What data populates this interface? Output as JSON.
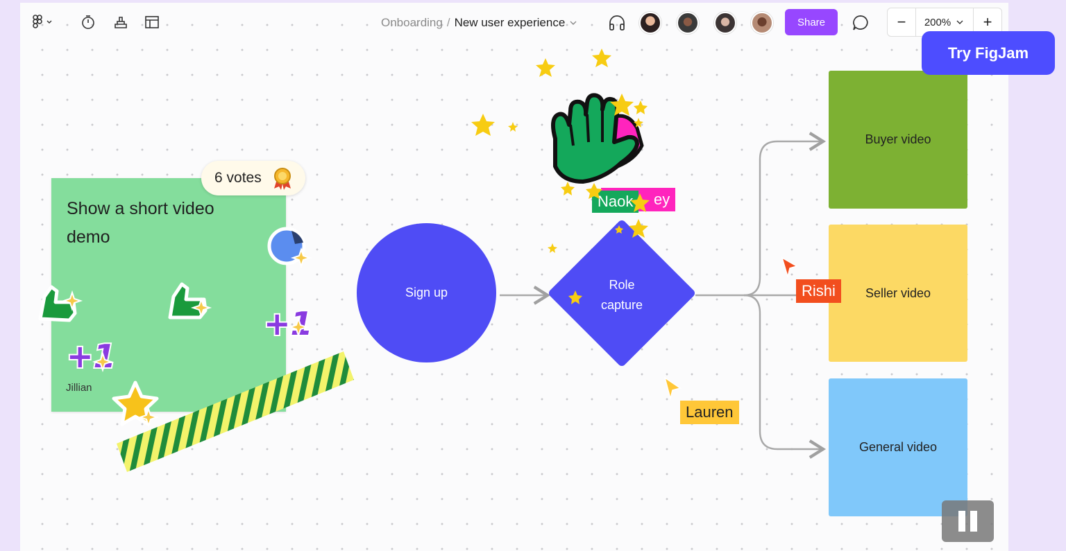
{
  "toolbar": {
    "menu_icon": "figma-logo-icon",
    "timer_icon": "stopwatch-icon",
    "stamp_icon": "stamp-icon",
    "layout_icon": "layout-icon",
    "breadcrumb": {
      "project": "Onboarding",
      "separator": "/",
      "file": "New user experience"
    },
    "audio_icon": "headphones-icon",
    "share_label": "Share",
    "comment_icon": "comment-icon",
    "zoom": {
      "minus": "−",
      "value": "200%",
      "plus": "+"
    }
  },
  "cta": {
    "label": "Try FigJam"
  },
  "sticky": {
    "text": "Show a short video demo",
    "author": "Jillian",
    "votes": "6 votes",
    "color": "#84dd9c"
  },
  "flow": {
    "start": "Sign up",
    "decision_line1": "Role",
    "decision_line2": "capture",
    "boxes": [
      {
        "label": "Buyer video",
        "color": "#7db133"
      },
      {
        "label": "Seller video",
        "color": "#fcd964"
      },
      {
        "label": "General video",
        "color": "#80c8fa"
      }
    ],
    "shape_color": "#4f4cf5"
  },
  "cursors": [
    {
      "name": "Naok",
      "color": "#14a85b"
    },
    {
      "name": "ey",
      "color": "#ff24bd"
    },
    {
      "name": "Rishi",
      "color": "#f24e1e"
    },
    {
      "name": "Lauren",
      "color": "#ffc738"
    }
  ],
  "playback": {
    "icon": "pause-icon"
  }
}
